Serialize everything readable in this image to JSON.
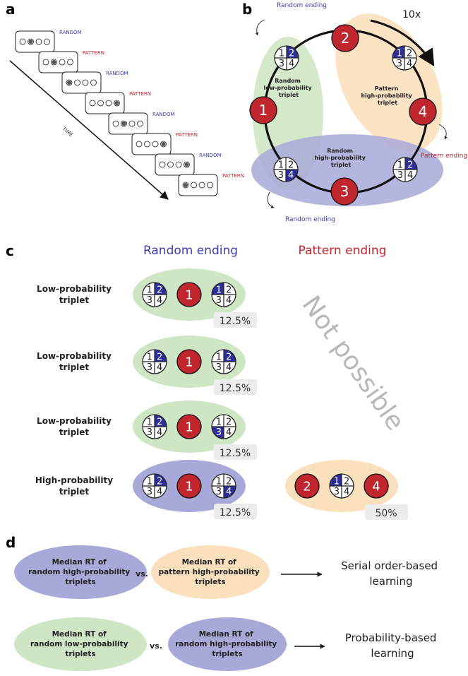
{
  "panels": {
    "a": "a",
    "b": "b",
    "c": "c",
    "d": "d"
  },
  "panel_a": {
    "trial_labels": [
      "RANDOM",
      "PATTERN",
      "RANDOM",
      "PATTERN",
      "RANDOM",
      "PATTERN",
      "RANDOM",
      "PATTERN"
    ],
    "time_label": "TIME"
  },
  "panel_b": {
    "repeat_label": "10x",
    "random_ending_top": "Random ending",
    "random_ending_bottom": "Random ending",
    "pattern_ending": "Pattern ending",
    "pattern_nodes": [
      "1",
      "2",
      "3",
      "4"
    ],
    "blob_green": [
      "Random",
      "low-probability",
      "triplet"
    ],
    "blob_orange": [
      "Pattern",
      "high-probability",
      "triplet"
    ],
    "blob_purple": [
      "Random",
      "high-probability",
      "triplet"
    ],
    "colors": {
      "green": "#cfe6c4",
      "orange": "#fbe0bd",
      "purple": "#a8a9d8",
      "red": "#c0262d",
      "blue": "#2e2f9a"
    }
  },
  "panel_c": {
    "col_random": "Random ending",
    "col_pattern": "Pattern ending",
    "rows": [
      {
        "label": [
          "Low-probability",
          "triplet"
        ],
        "pct": "12.5%"
      },
      {
        "label": [
          "Low-probability",
          "triplet"
        ],
        "pct": "12.5%"
      },
      {
        "label": [
          "Low-probability",
          "triplet"
        ],
        "pct": "12.5%"
      },
      {
        "label": [
          "High-probability",
          "triplet"
        ],
        "pct": "12.5%"
      }
    ],
    "pattern_pct": "50%",
    "not_possible": "Not possible",
    "red_numbers": [
      "1",
      "2",
      "4"
    ]
  },
  "panel_d": {
    "row1_left": [
      "Median RT of",
      "random high-probability",
      "triplets"
    ],
    "row1_vs": "vs.",
    "row1_right": [
      "Median RT of",
      "pattern high-probability",
      "triplets"
    ],
    "row1_result": [
      "Serial order-based",
      "learning"
    ],
    "row2_left": [
      "Median RT of",
      "random low-probability",
      "triplets"
    ],
    "row2_vs": "vs.",
    "row2_right": [
      "Median RT of",
      "random high-probability",
      "triplets"
    ],
    "row2_result": [
      "Probability-based",
      "learning"
    ]
  },
  "quad_numbers": [
    "1",
    "2",
    "3",
    "4"
  ]
}
